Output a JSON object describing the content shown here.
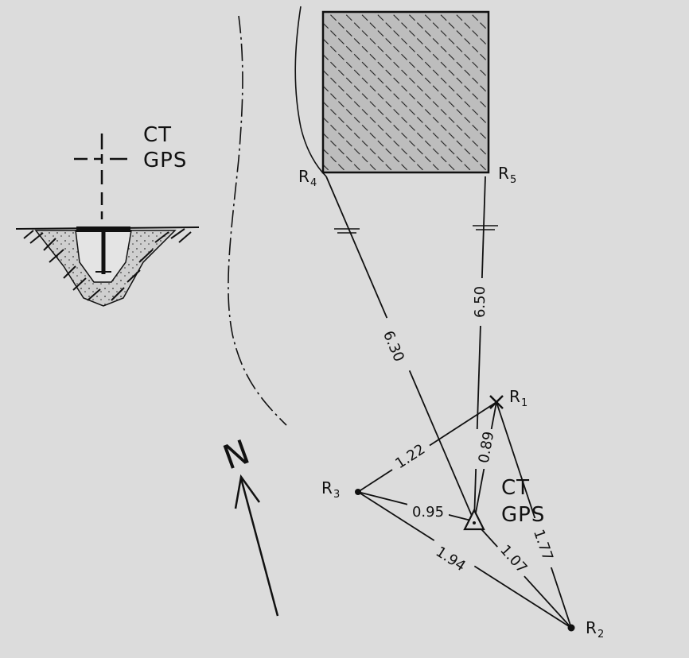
{
  "marker": {
    "label_line1": "CT",
    "label_line2": "GPS"
  },
  "station": {
    "label_line1": "CT",
    "label_line2": "GPS"
  },
  "points": {
    "r1": {
      "letter": "R",
      "index": "1"
    },
    "r2": {
      "letter": "R",
      "index": "2"
    },
    "r3": {
      "letter": "R",
      "index": "3"
    },
    "r4": {
      "letter": "R",
      "index": "4"
    },
    "r5": {
      "letter": "R",
      "index": "5"
    }
  },
  "distances": {
    "r4_station": "6.30",
    "r5_station": "6.50",
    "r3_r1": "1.22",
    "r1_station": "0.89",
    "r3_station": "0.95",
    "r1_r2": "1.77",
    "r3_r2": "1.94",
    "station_r2": "1.07"
  },
  "north": {
    "label": "N"
  },
  "colors": {
    "background": "#dcdcdc",
    "ink": "#111111",
    "building_fill": "#8a8a8a"
  }
}
